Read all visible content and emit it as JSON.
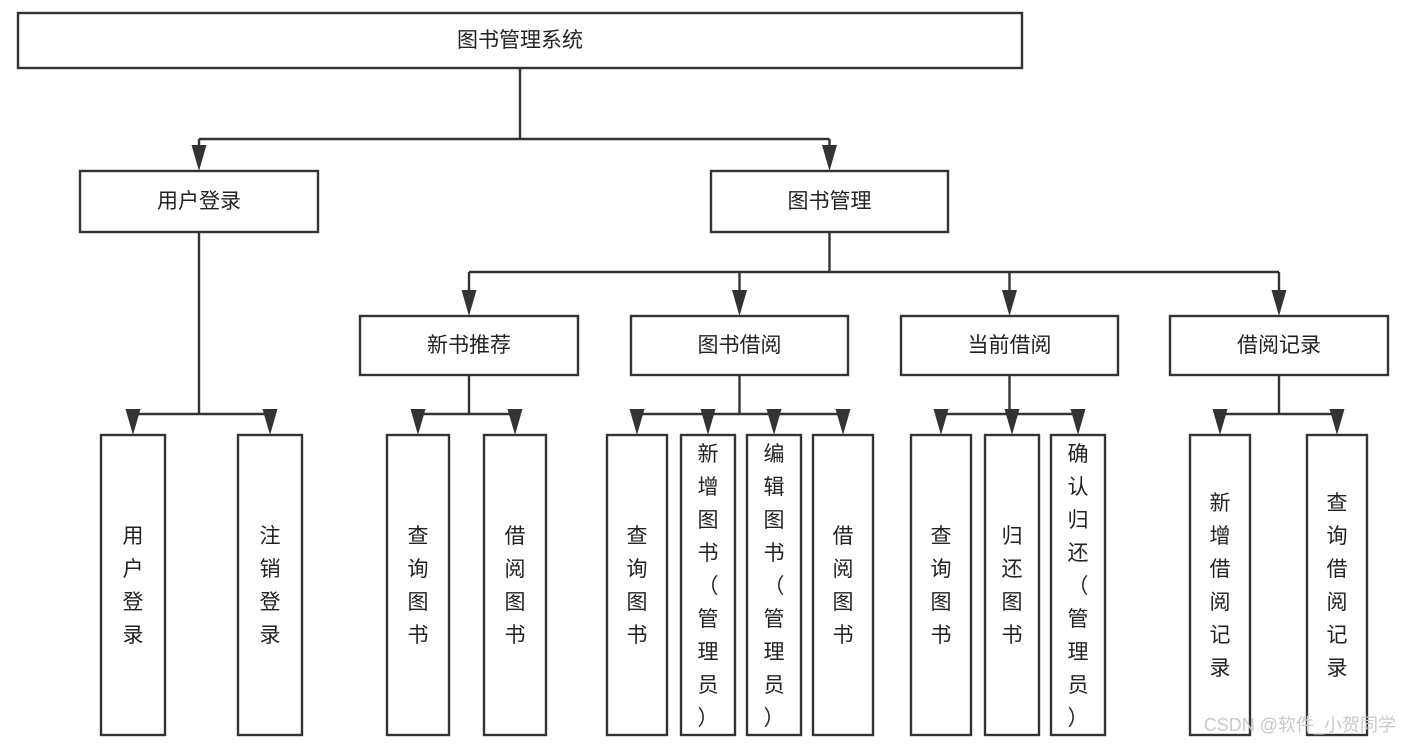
{
  "diagram": {
    "type": "hierarchy-tree",
    "title": "图书管理系统",
    "orientation": "top-down",
    "colors": {
      "box_stroke": "#333333",
      "box_fill": "#ffffff",
      "text": "#222222",
      "background": "#ffffff",
      "watermark": "#c9c9c9"
    },
    "levels": [
      {
        "level": 1,
        "nodes": [
          {
            "id": "root",
            "label": "图书管理系统",
            "orientation": "horizontal"
          }
        ]
      },
      {
        "level": 2,
        "nodes": [
          {
            "id": "user-login",
            "label": "用户登录",
            "parent": "root",
            "orientation": "horizontal"
          },
          {
            "id": "book-manage",
            "label": "图书管理",
            "parent": "root",
            "orientation": "horizontal"
          }
        ]
      },
      {
        "level": 3,
        "nodes": [
          {
            "id": "new-book-rec",
            "label": "新书推荐",
            "parent": "book-manage",
            "orientation": "horizontal"
          },
          {
            "id": "book-borrow",
            "label": "图书借阅",
            "parent": "book-manage",
            "orientation": "horizontal"
          },
          {
            "id": "current-borrow",
            "label": "当前借阅",
            "parent": "book-manage",
            "orientation": "horizontal"
          },
          {
            "id": "borrow-record",
            "label": "借阅记录",
            "parent": "book-manage",
            "orientation": "horizontal"
          }
        ]
      },
      {
        "level": 4,
        "nodes": [
          {
            "id": "leaf-1",
            "label": "用户登录",
            "parent": "user-login",
            "orientation": "vertical"
          },
          {
            "id": "leaf-2",
            "label": "注销登录",
            "parent": "user-login",
            "orientation": "vertical"
          },
          {
            "id": "leaf-3",
            "label": "查询图书",
            "parent": "new-book-rec",
            "orientation": "vertical"
          },
          {
            "id": "leaf-4",
            "label": "借阅图书",
            "parent": "new-book-rec",
            "orientation": "vertical"
          },
          {
            "id": "leaf-5",
            "label": "查询图书",
            "parent": "book-borrow",
            "orientation": "vertical"
          },
          {
            "id": "leaf-6",
            "label": "新增图书（管理员）",
            "parent": "book-borrow",
            "orientation": "vertical"
          },
          {
            "id": "leaf-7",
            "label": "编辑图书（管理员）",
            "parent": "book-borrow",
            "orientation": "vertical"
          },
          {
            "id": "leaf-8",
            "label": "借阅图书",
            "parent": "book-borrow",
            "orientation": "vertical"
          },
          {
            "id": "leaf-9",
            "label": "查询图书",
            "parent": "current-borrow",
            "orientation": "vertical"
          },
          {
            "id": "leaf-10",
            "label": "归还图书",
            "parent": "current-borrow",
            "orientation": "vertical"
          },
          {
            "id": "leaf-11",
            "label": "确认归还（管理员）",
            "parent": "current-borrow",
            "orientation": "vertical"
          },
          {
            "id": "leaf-12",
            "label": "新增借阅记录",
            "parent": "borrow-record",
            "orientation": "vertical"
          },
          {
            "id": "leaf-13",
            "label": "查询借阅记录",
            "parent": "borrow-record",
            "orientation": "vertical"
          }
        ]
      }
    ]
  },
  "watermark": {
    "text": "CSDN @软件_小贺同学"
  }
}
